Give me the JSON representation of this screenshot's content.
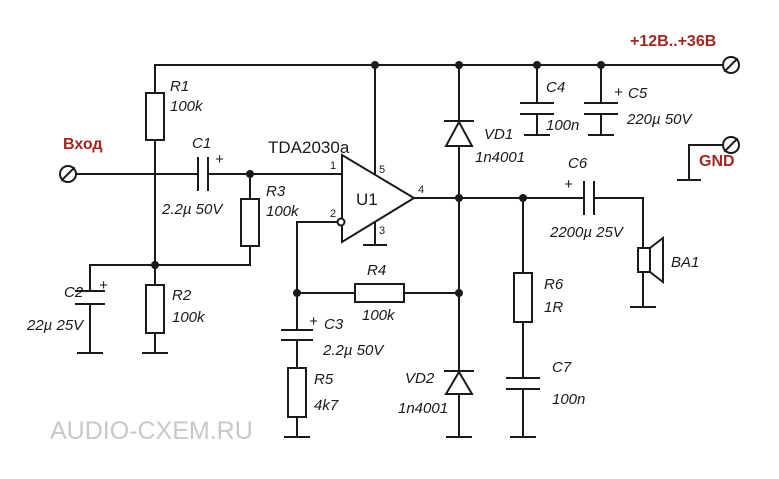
{
  "power": {
    "supply": "+12В..+36В",
    "ground": "GND"
  },
  "input": {
    "label": "Вход"
  },
  "ic": {
    "part": "TDA2030a",
    "ref": "U1",
    "pins": {
      "in_plus": "1",
      "in_minus": "2",
      "gnd": "3",
      "out": "4",
      "vcc": "5"
    }
  },
  "components": {
    "R1": {
      "ref": "R1",
      "value": "100k"
    },
    "R2": {
      "ref": "R2",
      "value": "100k"
    },
    "R3": {
      "ref": "R3",
      "value": "100k"
    },
    "R4": {
      "ref": "R4",
      "value": "100k"
    },
    "R5": {
      "ref": "R5",
      "value": "4k7"
    },
    "R6": {
      "ref": "R6",
      "value": "1R"
    },
    "C1": {
      "ref": "C1",
      "value": "2.2µ 50V",
      "polarity": "+"
    },
    "C2": {
      "ref": "C2",
      "value": "22µ 25V",
      "polarity": "+"
    },
    "C3": {
      "ref": "C3",
      "value": "2.2µ 50V",
      "polarity": "+"
    },
    "C4": {
      "ref": "C4",
      "value": "100n"
    },
    "C5": {
      "ref": "C5",
      "value": "220µ 50V",
      "polarity": "+"
    },
    "C6": {
      "ref": "C6",
      "value": "2200µ 25V",
      "polarity": "+"
    },
    "C7": {
      "ref": "C7",
      "value": "100n"
    },
    "VD1": {
      "ref": "VD1",
      "value": "1n4001"
    },
    "VD2": {
      "ref": "VD2",
      "value": "1n4001"
    },
    "BA1": {
      "ref": "BA1"
    }
  },
  "watermark": "AUDIO-CXEM.RU"
}
